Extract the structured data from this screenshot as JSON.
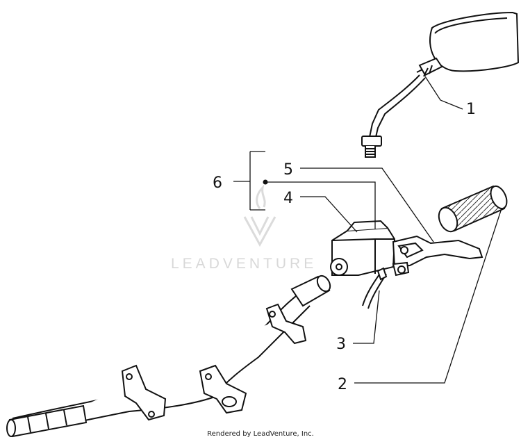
{
  "callouts": [
    {
      "id": "1",
      "label": "1"
    },
    {
      "id": "2",
      "label": "2"
    },
    {
      "id": "3",
      "label": "3"
    },
    {
      "id": "4",
      "label": "4"
    },
    {
      "id": "5",
      "label": "5"
    },
    {
      "id": "6",
      "label": "6"
    }
  ],
  "watermark": "LEADVENTURE",
  "footer": "Rendered by LeadVenture, Inc."
}
